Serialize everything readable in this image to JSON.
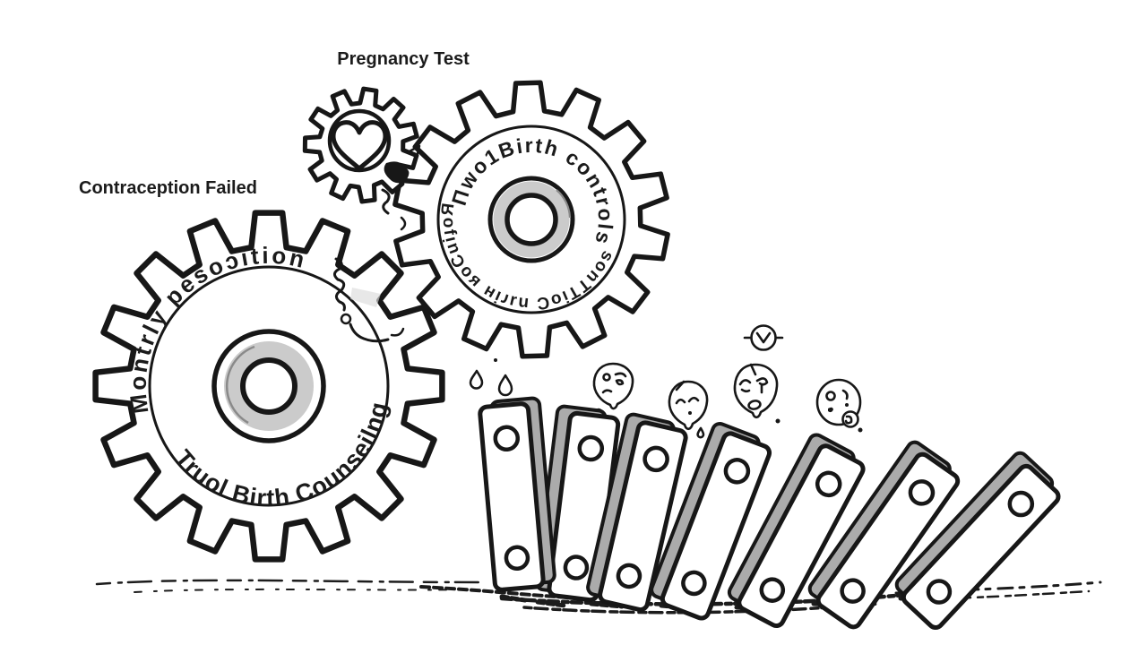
{
  "colors": {
    "ink": "#171717",
    "background": "#ffffff",
    "domino_side_shade": "#ababab",
    "hub_shade": "#cbcbcb"
  },
  "labels": {
    "pregnancy_test": "Pregnancy Test",
    "contraception_failed": "Contraception Failed"
  },
  "gears": {
    "left": {
      "top_text": "Montrly pesoɔition",
      "bottom_text": "Truol Birth Counseilng"
    },
    "right": {
      "top_text": "Пwo1Birth controls",
      "bottom_text": "ЯoɟiuCoʁ ʜiɾɹn CoiTTnos"
    },
    "small": {
      "icon": "heart-icon"
    }
  },
  "doodles": {
    "face_count": 4,
    "domino_count": 7,
    "teardrop_count": 2
  }
}
